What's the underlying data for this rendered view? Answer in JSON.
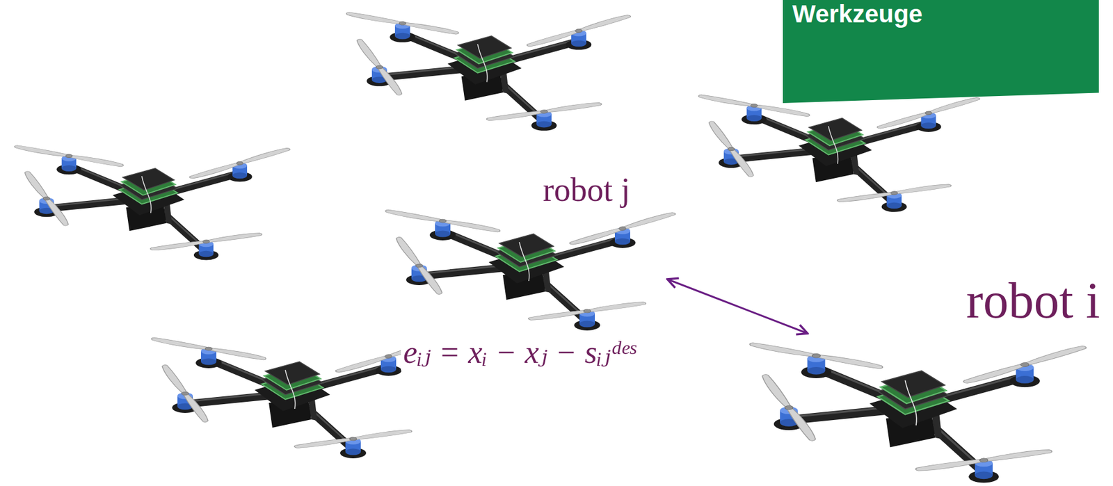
{
  "diagram": {
    "nodes": [
      {
        "text": [
          "Werkzeuge"
        ]
      },
      {
        "text": [
          "robot j"
        ]
      },
      {
        "text": [
          "robot i"
        ]
      }
    ],
    "edges": [
      {
        "from": 1,
        "to": 2,
        "arrow": "both",
        "label": "eᵢⱼ = xᵢ − xⱼ − sᵢⱼᵈᵉˢ"
      }
    ]
  }
}
